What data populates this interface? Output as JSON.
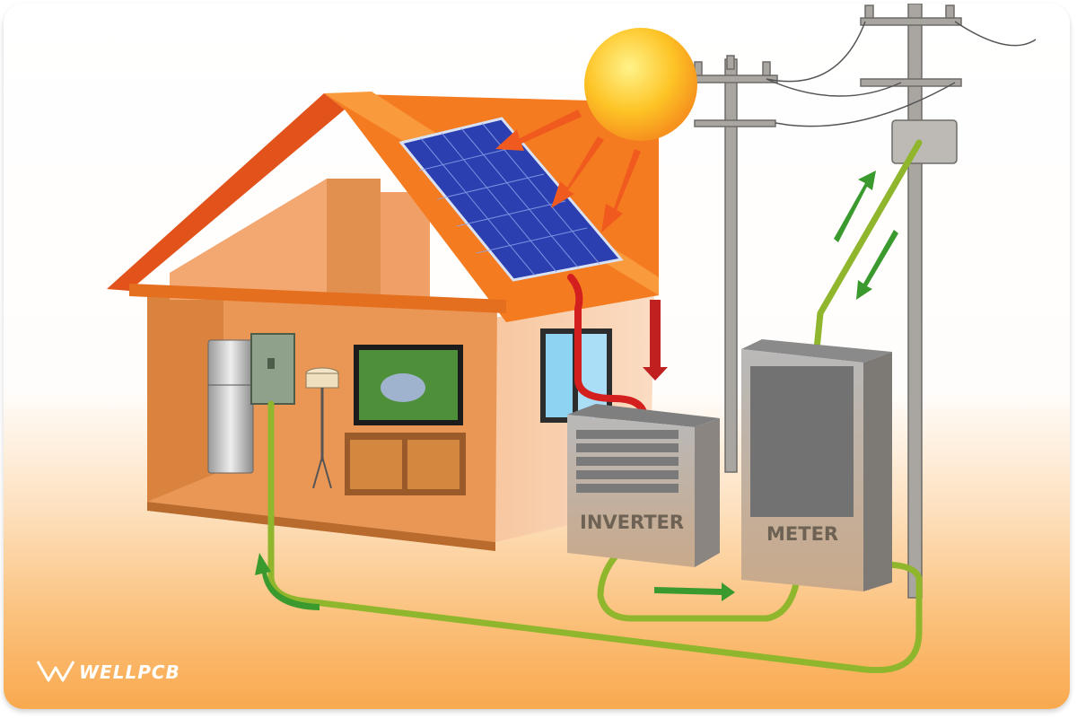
{
  "labels": {
    "inverter": "INVERTER",
    "meter": "METER"
  },
  "logo": {
    "text": "WELLPCB"
  },
  "colors": {
    "sun": "#fbb21c",
    "roof": "#f47b20",
    "panel": "#2c3fb0",
    "dc_cable": "#d41f1f",
    "ac_cable": "#8fb62c",
    "flow_arrow_green": "#3b9a2e",
    "flow_arrow_red": "#c0201f",
    "sun_ray_arrow": "#f05a1e",
    "background_bottom": "#f9a94e"
  }
}
